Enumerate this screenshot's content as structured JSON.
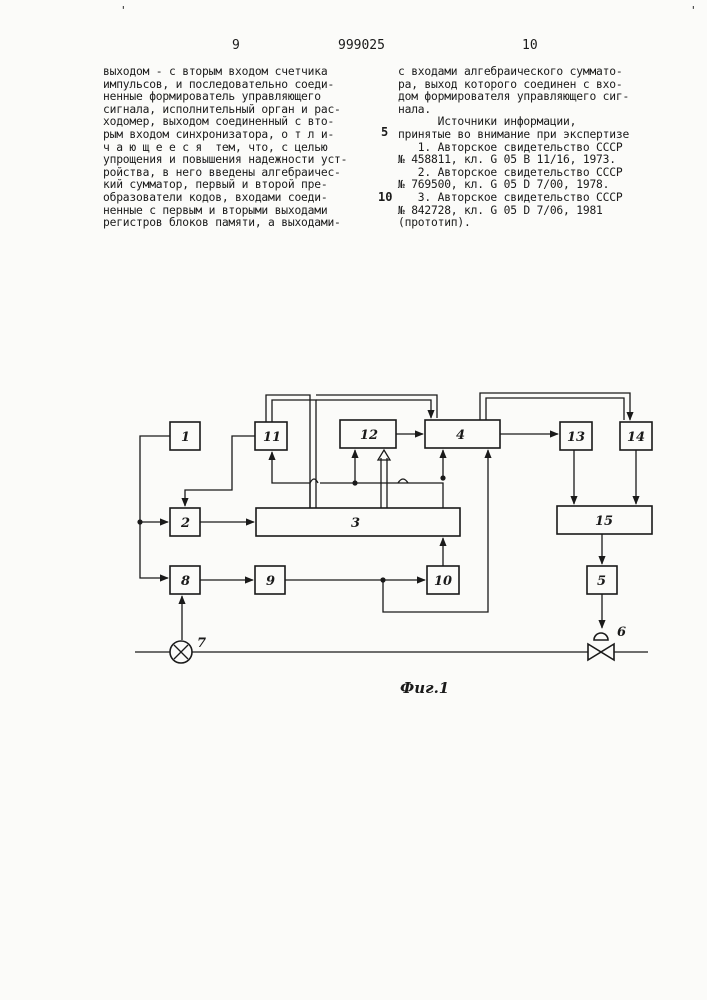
{
  "header": {
    "page_left": "9",
    "patent_number": "999025",
    "page_right": "10",
    "mark_left": "'",
    "mark_right": "'"
  },
  "line_numbers": {
    "five": "5",
    "ten": "10"
  },
  "left_column": [
    "выходом - с вторым входом счетчика",
    "импульсов, и последовательно соеди-",
    "ненные формирователь управляющего",
    "сигнала, исполнительный орган и рас-",
    "ходомер, выходом соединенный с вто-",
    "рым входом синхронизатора, о т л и-",
    "ч а ю щ е е с я  тем, что, с целью",
    "упрощения и повышения надежности уст-",
    "ройства, в него введены алгебраичес-",
    "кий сумматор, первый и второй пре-",
    "образователи кодов, входами соеди-",
    "ненные с первым и вторыми выходами",
    "регистров блоков памяти, а выходами-"
  ],
  "right_column": [
    "с входами алгебраического суммато-",
    "ра, выход которого соединен с вхо-",
    "дом формирователя управляющего сиг-",
    "нала.",
    "      Источники информации,",
    "принятые во внимание при экспертизе",
    "   1. Авторское свидетельство СССР",
    "№ 458811, кл. G 05 В 11/16, 1973.",
    "   2. Авторское свидетельство СССР",
    "№ 769500, кл. G 05 D 7/00, 1978.",
    "   3. Авторское свидетельство СССР",
    "№ 842728, кл. G 05 D 7/06, 1981",
    "(прототип)."
  ],
  "diagram": {
    "blocks": {
      "b1": "1",
      "b2": "2",
      "b3": "3",
      "b4": "4",
      "b5": "5",
      "b8": "8",
      "b9": "9",
      "b10": "10",
      "b11": "11",
      "b12": "12",
      "b13": "13",
      "b14": "14",
      "b15": "15"
    },
    "sensor_label": "7",
    "valve_label": "6",
    "caption": "Фиг.1"
  }
}
